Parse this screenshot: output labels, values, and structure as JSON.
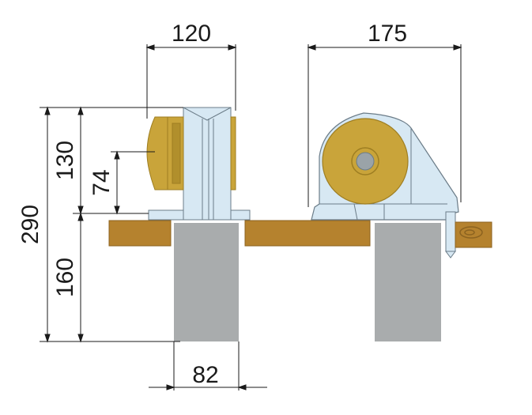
{
  "diagram": {
    "dimensions": {
      "top_left_width": "120",
      "top_right_width": "175",
      "total_height": "290",
      "upper_height": "130",
      "lower_height": "160",
      "axle_height": "74",
      "post_width": "82"
    },
    "colors": {
      "wood": "#b5822e",
      "wood_dark": "#8c6320",
      "post": "#a9acad",
      "bracket": "#d7e8f3",
      "bracket_edge": "#6b7c88",
      "wheel": "#c9a43a",
      "wheel_dark": "#9e7e22",
      "hub": "#9aa3a8"
    }
  }
}
